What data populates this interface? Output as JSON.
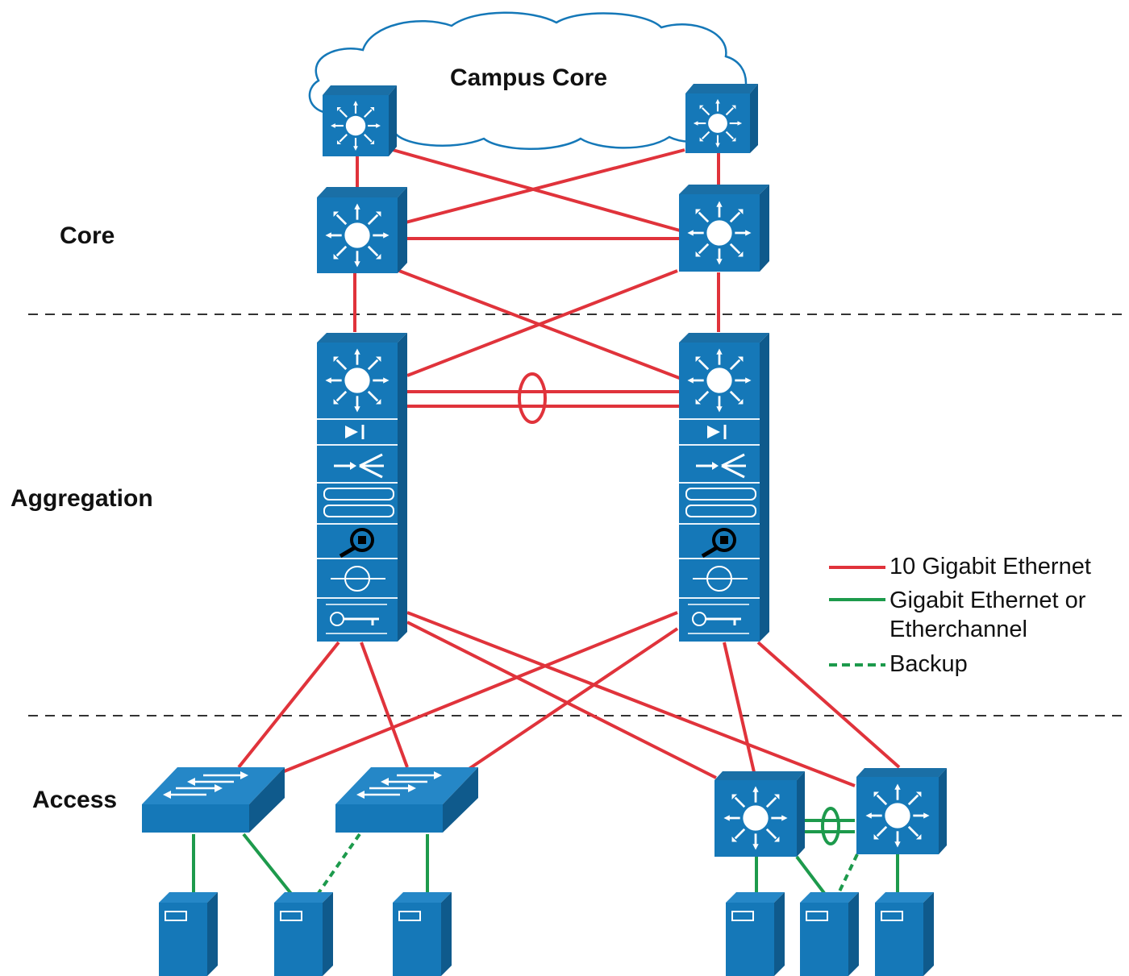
{
  "cloud": {
    "title": "Campus Core"
  },
  "tiers": {
    "core": "Core",
    "aggregation": "Aggregation",
    "access": "Access"
  },
  "legend": {
    "ten_gig": "10 Gigabit Ethernet",
    "gig_line1": "Gigabit Ethernet or",
    "gig_line2": "Etherchannel",
    "backup": "Backup"
  },
  "colors": {
    "device_blue": "#1578b8",
    "ten_gig_red": "#e0333b",
    "gig_green": "#1d9a4c",
    "backup_green": "#1d9a4c",
    "divider": "#333333"
  },
  "icons": {
    "campus_core_switch": "layer3-switch-icon",
    "core_switch": "layer3-switch-icon",
    "aggregation_stack": [
      "layer3-switch-icon",
      "firewall-module-icon",
      "load-balancer-icon",
      "ssl-offload-icon",
      "ids-monitor-icon",
      "nam-icon",
      "vpn-key-icon"
    ],
    "access_l2_switch": "layer2-switch-icon",
    "access_l3_switch": "layer3-switch-icon",
    "server": "server-icon"
  }
}
